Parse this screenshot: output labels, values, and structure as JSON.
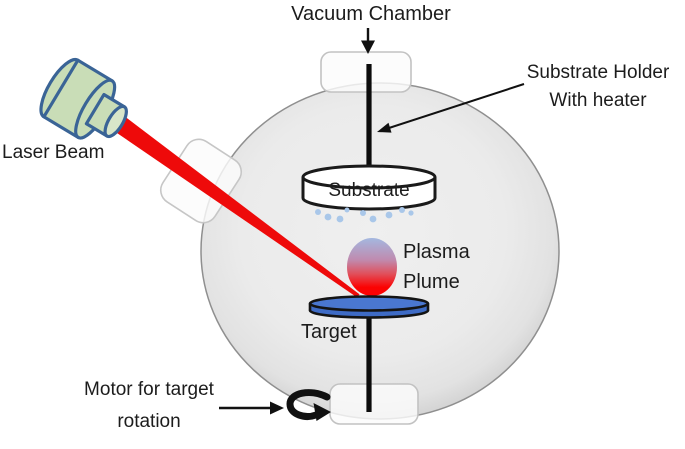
{
  "labels": {
    "vacuum_chamber": "Vacuum Chamber",
    "substrate_holder": "Substrate Holder\nWith heater",
    "laser_beam": "Laser Beam",
    "substrate": "Substrate",
    "plasma_plume": "Plasma\nPlume",
    "target": "Target",
    "motor": "Motor for target\nrotation"
  },
  "colors": {
    "laser_body": "#c9ddb7",
    "laser_outline": "#3a6496",
    "beam": "#ee0a0a",
    "plume_top": "#a4b8e0",
    "plume_mid": "#e14f5a",
    "plume_bottom": "#fb0202",
    "target_top": "#4a77d0",
    "target_side": "#3e6bc5",
    "chamber_fill": "#e9e9e9",
    "chamber_edge": "#8f8f8f",
    "particle_dot": "#a9c7e9",
    "outline": "#1a1a1a"
  }
}
